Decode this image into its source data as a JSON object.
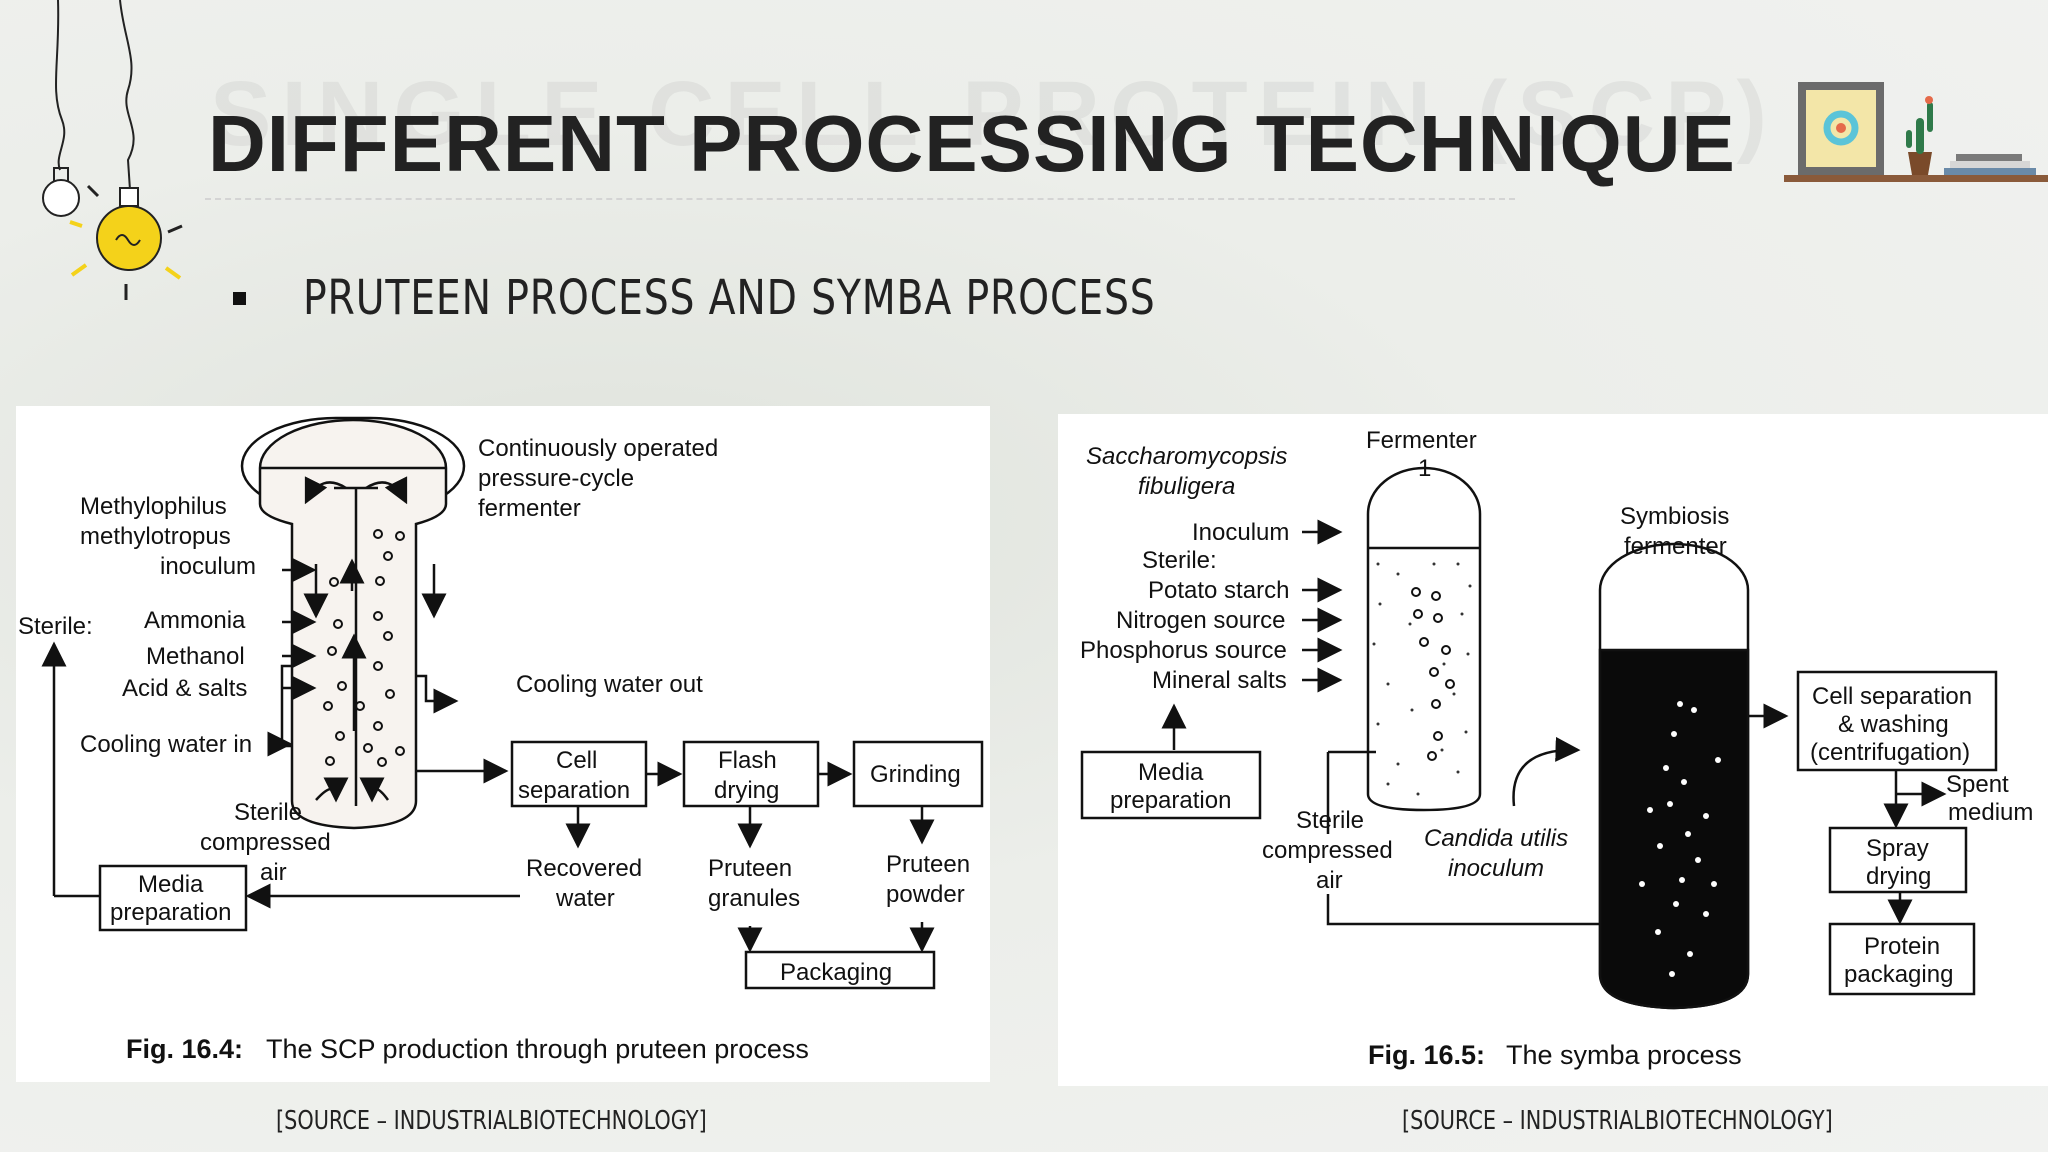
{
  "slide": {
    "title": "DIFFERENT PROCESSING TECHNIQUE",
    "ghost_title": "SINGLE CELL PROTEIN (SCP)",
    "bullet": "PRUTEEN PROCESS AND SYMBA PROCESS"
  },
  "pruteen": {
    "fermenter_label": [
      "Continuously operated",
      "pressure-cycle",
      "fermenter"
    ],
    "inoculum": [
      "Methylophilus",
      "methylotropus",
      "inoculum"
    ],
    "sterile": "Sterile:",
    "inputs": [
      "Ammonia",
      "Methanol",
      "Acid & salts"
    ],
    "cooling_in": "Cooling water in",
    "cooling_out": "Cooling water out",
    "air": [
      "Sterile",
      "compressed",
      "air"
    ],
    "media": [
      "Media",
      "preparation"
    ],
    "cell_separation": [
      "Cell",
      "separation"
    ],
    "flash_drying": [
      "Flash",
      "drying"
    ],
    "grinding": "Grinding",
    "recovered_water": [
      "Recovered",
      "water"
    ],
    "granules": [
      "Pruteen",
      "granules"
    ],
    "powder": [
      "Pruteen",
      "powder"
    ],
    "packaging": "Packaging",
    "caption_bold": "Fig. 16.4:",
    "caption_text": " The SCP production through pruteen process",
    "source": "[SOURCE – INDUSTRIALBIOTECHNOLOGY]"
  },
  "symba": {
    "organism": [
      "Saccharomycopsis",
      "fibuligera"
    ],
    "fermenter1": [
      "Fermenter",
      "1"
    ],
    "inoculum": "Inoculum",
    "sterile": "Sterile:",
    "inputs": [
      "Potato starch",
      "Nitrogen source",
      "Phosphorus source",
      "Mineral salts"
    ],
    "media": [
      "Media",
      "preparation"
    ],
    "air": [
      "Sterile",
      "compressed",
      "air"
    ],
    "candida": [
      "Candida utilis",
      "inoculum"
    ],
    "symbiosis": [
      "Symbiosis",
      "fermenter"
    ],
    "cell_separation": [
      "Cell separation",
      "& washing",
      "(centrifugation)"
    ],
    "spent": [
      "Spent",
      "medium"
    ],
    "spray": [
      "Spray",
      "drying"
    ],
    "protein": [
      "Protein",
      "packaging"
    ],
    "caption_bold": "Fig. 16.5:",
    "caption_text": " The symba process",
    "source": "[SOURCE – INDUSTRIALBIOTECHNOLOGY]"
  }
}
